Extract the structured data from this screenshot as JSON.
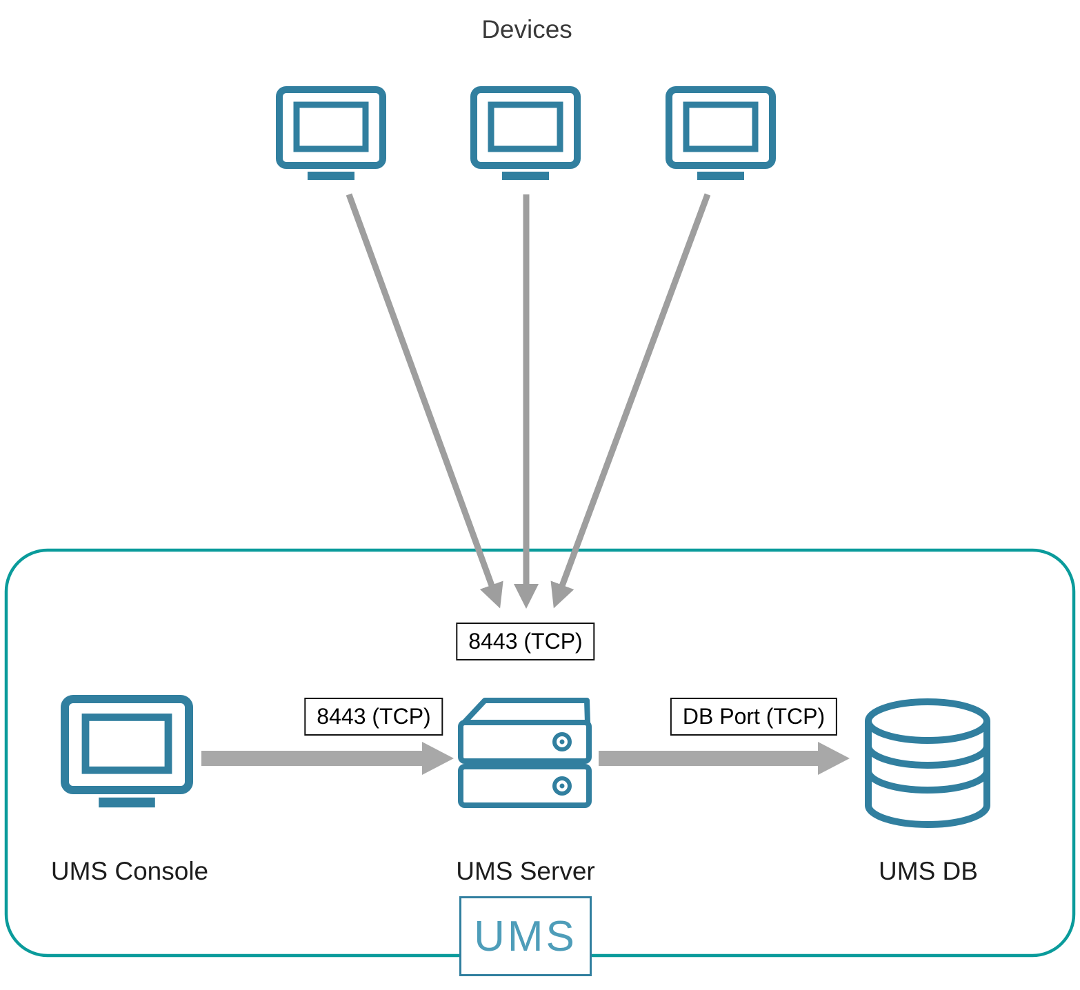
{
  "diagram": {
    "title": "Devices",
    "nodes": {
      "console": {
        "label": "UMS Console"
      },
      "server": {
        "label": "UMS Server"
      },
      "db": {
        "label": "UMS DB"
      },
      "boundary": {
        "label": "UMS"
      }
    },
    "ports": {
      "devices_to_server": "8443 (TCP)",
      "console_to_server": "8443 (TCP)",
      "server_to_db": "DB Port (TCP)"
    },
    "colors": {
      "icon_teal": "#317F9F",
      "boundary_teal": "#0A9B9B",
      "arrow_gray": "#9E9E9E",
      "thick_arrow_gray": "#A8A8A8",
      "ums_text_teal": "#4E9DB9"
    },
    "icons": {
      "device_monitor_icon": "monitor-outline",
      "ums_console_icon": "monitor-outline",
      "ums_server_icon": "server-stack",
      "ums_db_icon": "database-cylinder",
      "arrow_icon": "arrowhead-triangle"
    }
  }
}
